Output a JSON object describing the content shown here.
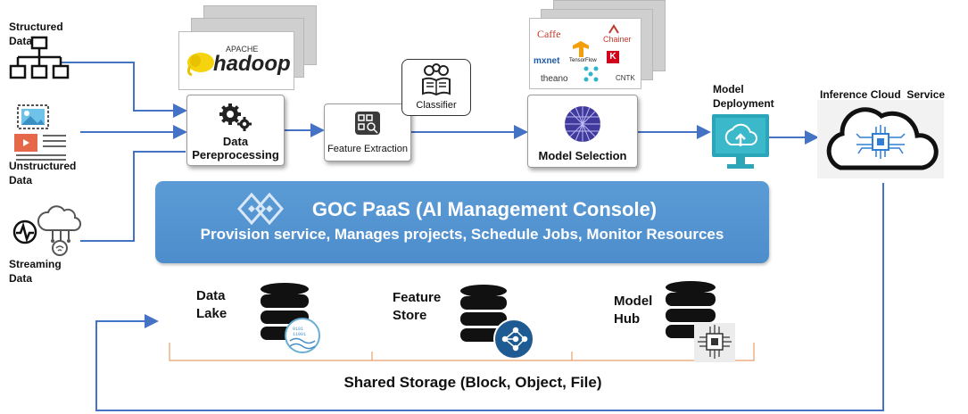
{
  "sources": {
    "structured": "Structured Data",
    "unstructured": "Unstructured Data",
    "streaming": "Streaming Data"
  },
  "logos": {
    "hadoop_top": "APACHE",
    "hadoop_main": "hadoop",
    "frameworks": [
      "Caffe",
      "Chainer",
      "mxnet",
      "TensorFlow",
      "K",
      "theano",
      "CNTK"
    ]
  },
  "pipeline": {
    "preprocessing": "Data Pereprocessing",
    "feature_extraction": "Feature Extraction",
    "classifier": "Classifier",
    "model_selection": "Model Selection",
    "model_deployment": "Model Deployment",
    "inference": "Inference Cloud  Service"
  },
  "banner": {
    "title": "GOC PaaS (AI Management Console)",
    "subtitle": "Provision service, Manages projects, Schedule Jobs, Monitor Resources"
  },
  "storage": {
    "data_lake": "Data Lake",
    "feature_store": "Feature Store",
    "model_hub": "Model Hub",
    "shared": "Shared Storage (Block, Object, File)"
  },
  "colors": {
    "accent": "#4472c4",
    "banner": "#5b9bd5",
    "teal": "#2aa6b8"
  }
}
